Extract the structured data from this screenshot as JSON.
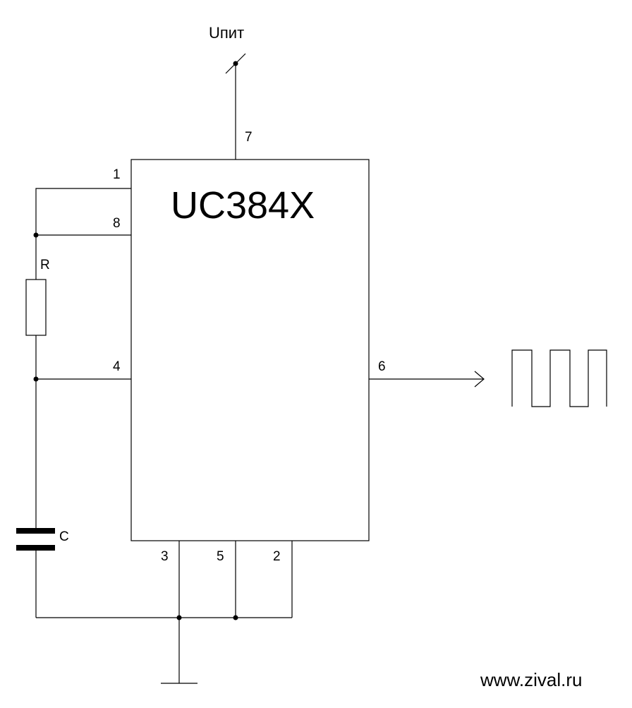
{
  "supply_label": "Uпит",
  "chip_label": "UC384X",
  "pins": {
    "p7": "7",
    "p1": "1",
    "p8": "8",
    "p4": "4",
    "p6": "6",
    "p3": "3",
    "p5": "5",
    "p2": "2"
  },
  "resistor_label": "R",
  "capacitor_label": "C",
  "footer": "www.zival.ru"
}
